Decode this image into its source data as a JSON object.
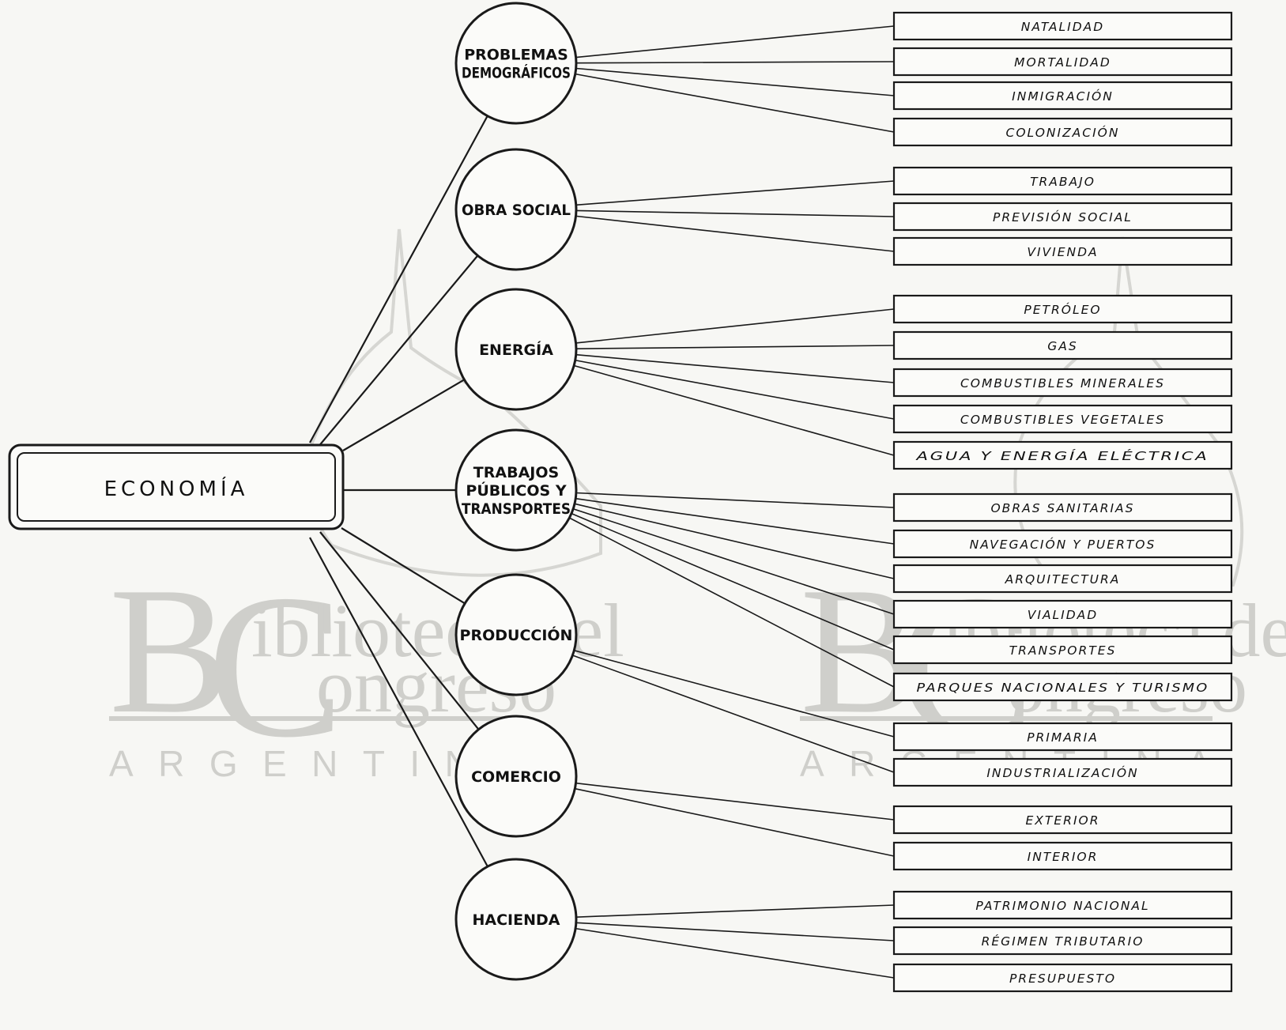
{
  "watermark": {
    "letter_b": "B",
    "letter_c": "C",
    "line1": "iblioteca del",
    "line2": "ongreso",
    "country": "ARGENTINA"
  },
  "root": {
    "label": "ECONOMÍA"
  },
  "categories": [
    {
      "lines": [
        "PROBLEMAS",
        "DEMOGRÁFICOS"
      ],
      "items": [
        "NATALIDAD",
        "MORTALIDAD",
        "INMIGRACIÓN",
        "COLONIZACIÓN"
      ]
    },
    {
      "lines": [
        "OBRA SOCIAL"
      ],
      "items": [
        "TRABAJO",
        "PREVISIÓN SOCIAL",
        "VIVIENDA"
      ]
    },
    {
      "lines": [
        "ENERGÍA"
      ],
      "items": [
        "PETRÓLEO",
        "GAS",
        "COMBUSTIBLES MINERALES",
        "COMBUSTIBLES VEGETALES",
        "AGUA Y ENERGÍA ELÉCTRICA"
      ]
    },
    {
      "lines": [
        "TRABAJOS",
        "PÚBLICOS Y",
        "TRANSPORTES"
      ],
      "items": [
        "OBRAS SANITARIAS",
        "NAVEGACIÓN Y PUERTOS",
        "ARQUITECTURA",
        "VIALIDAD",
        "TRANSPORTES",
        "PARQUES NACIONALES Y TURISMO"
      ]
    },
    {
      "lines": [
        "PRODUCCIÓN"
      ],
      "items": [
        "PRIMARIA",
        "INDUSTRIALIZACIÓN"
      ]
    },
    {
      "lines": [
        "COMERCIO"
      ],
      "items": [
        "EXTERIOR",
        "INTERIOR"
      ]
    },
    {
      "lines": [
        "HACIENDA"
      ],
      "items": [
        "PATRIMONIO NACIONAL",
        "RÉGIMEN TRIBUTARIO",
        "PRESUPUESTO"
      ]
    }
  ]
}
